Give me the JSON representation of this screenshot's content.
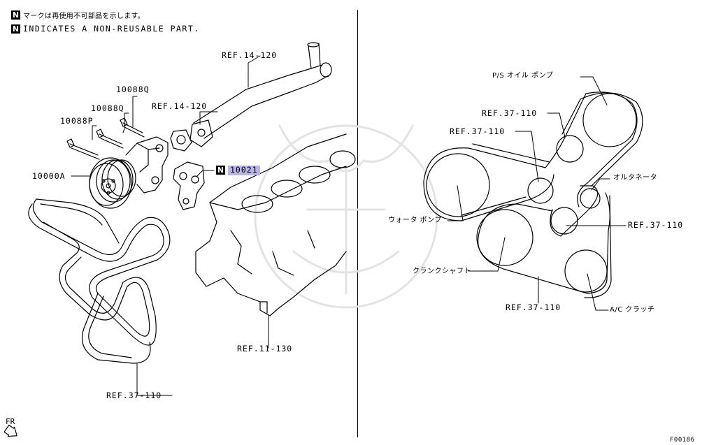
{
  "notes": {
    "mark": "N",
    "jp": "マークは再使用不可部品を示します。",
    "en": "INDICATES A NON-REUSABLE PART."
  },
  "left": {
    "ref_pipe": "REF.14-120",
    "ref_gasket": "REF.14-120",
    "bolt_q1": "10088Q",
    "bolt_q2": "10088Q",
    "bolt_p": "10088P",
    "pump": "10000A",
    "new_part_mark": "N",
    "new_part": "10021",
    "ref_block": "REF.11-130",
    "ref_belt": "REF.37-110"
  },
  "right": {
    "ps_pump": "P/S オイル ポンプ",
    "ref_idler_top": "REF.37-110",
    "ref_tensioner": "REF.37-110",
    "alternator": "オルタネータ",
    "water_pump": "ウォータ ポンプ",
    "ref_idler_mid": "REF.37-110",
    "crankshaft": "クランクシャフト",
    "ref_belt": "REF.37-110",
    "ac_clutch": "A/C クラッチ"
  },
  "footer": {
    "fr": "FR",
    "code": "F00186"
  }
}
